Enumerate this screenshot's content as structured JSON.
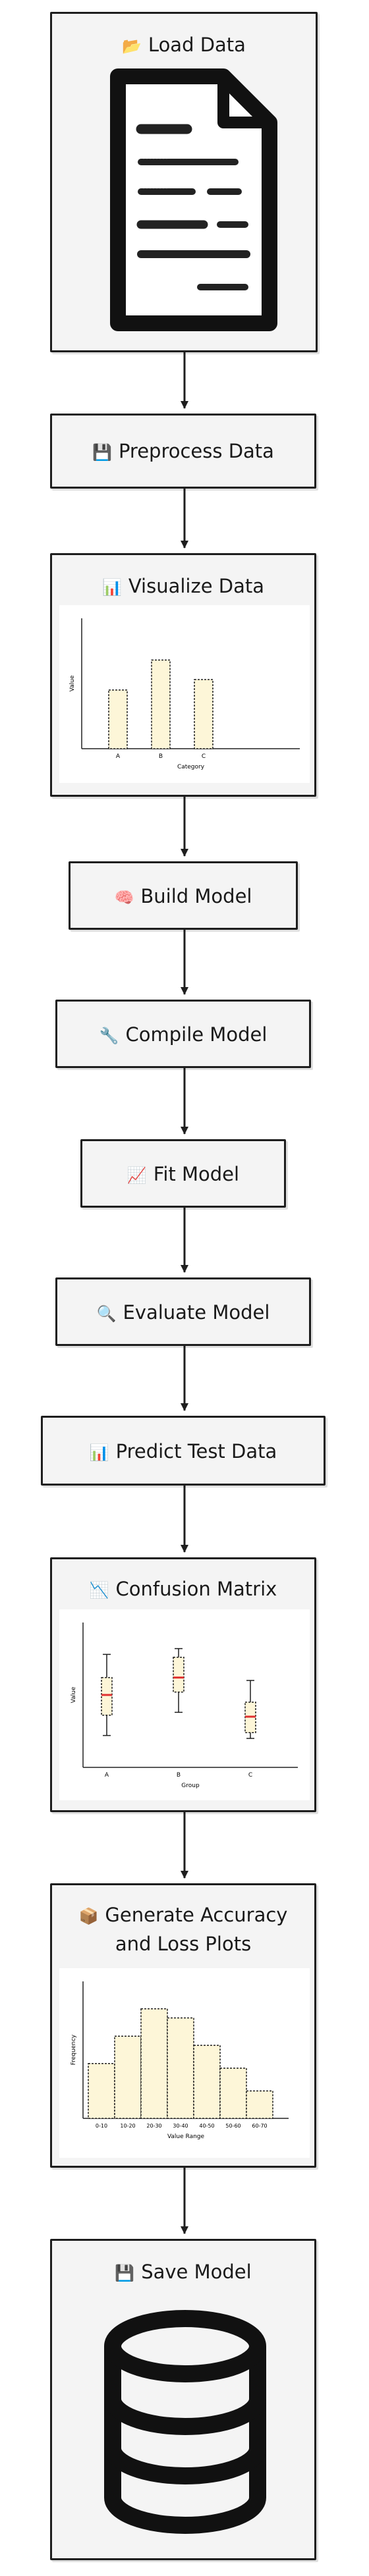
{
  "steps": [
    {
      "icon": "📂",
      "icon_name": "folder-icon",
      "label": "Load Data"
    },
    {
      "icon": "💾",
      "icon_name": "floppy-disk-icon",
      "label": "Preprocess Data"
    },
    {
      "icon": "📊",
      "icon_name": "bar-chart-icon",
      "label": "Visualize Data"
    },
    {
      "icon": "🧠",
      "icon_name": "brain-icon",
      "label": "Build Model"
    },
    {
      "icon": "🔧",
      "icon_name": "wrench-icon",
      "label": "Compile Model"
    },
    {
      "icon": "📈",
      "icon_name": "chart-increasing-icon",
      "label": "Fit Model"
    },
    {
      "icon": "🔍",
      "icon_name": "magnifier-icon",
      "label": "Evaluate Model"
    },
    {
      "icon": "📊",
      "icon_name": "bar-chart-icon",
      "label": "Predict Test Data"
    },
    {
      "icon": "📉",
      "icon_name": "chart-decreasing-icon",
      "label": "Confusion Matrix"
    },
    {
      "icon": "📦",
      "icon_name": "package-icon",
      "label": "Generate Accuracy",
      "label2": "and Loss Plots"
    },
    {
      "icon": "💾",
      "icon_name": "floppy-disk-icon",
      "label": "Save Model"
    }
  ],
  "colors": {
    "bar_fill": "#fdf6d8",
    "median": "#e03030",
    "stroke": "#1e1e1e",
    "node_fill": "#f4f4f4"
  },
  "chart_data": [
    {
      "type": "bar",
      "categories": [
        "A",
        "B",
        "C"
      ],
      "values": [
        45,
        68,
        53
      ],
      "xlabel": "Category",
      "ylabel": "Value",
      "ylim": [
        0,
        100
      ]
    },
    {
      "type": "box",
      "categories": [
        "A",
        "B",
        "C"
      ],
      "boxes": [
        {
          "min": 22,
          "q1": 36,
          "median": 50,
          "q3": 62,
          "max": 78
        },
        {
          "min": 38,
          "q1": 52,
          "median": 62,
          "q3": 76,
          "max": 82
        },
        {
          "min": 20,
          "q1": 24,
          "median": 35,
          "q3": 45,
          "max": 60
        }
      ],
      "xlabel": "Group",
      "ylabel": "Value",
      "ylim": [
        0,
        100
      ]
    },
    {
      "type": "histogram",
      "categories": [
        "0-10",
        "10-20",
        "20-30",
        "30-40",
        "40-50",
        "50-60",
        "60-70"
      ],
      "values": [
        12,
        18,
        24,
        22,
        16,
        11,
        6
      ],
      "xlabel": "Value Range",
      "ylabel": "Frequency",
      "ylim": [
        0,
        30
      ]
    }
  ]
}
